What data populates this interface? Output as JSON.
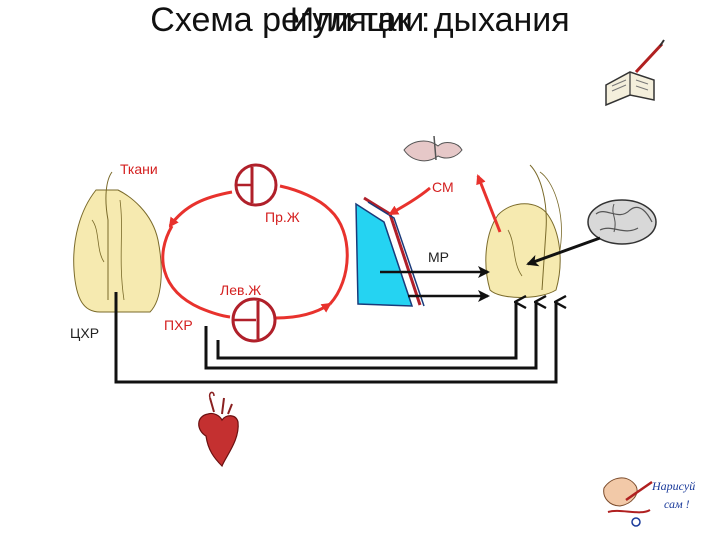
{
  "title": {
    "line1": "Или так :",
    "line2": "Схема регуляции дыхания"
  },
  "diagram": {
    "labels": {
      "tissues": "Ткани",
      "right_ventricle": "Пр.Ж",
      "left_ventricle": "Лев.Ж",
      "cm": "СМ",
      "mr": "МР",
      "central_chemoreceptors": "ЦХР",
      "peripheral_chemoreceptors": "ПХР"
    }
  },
  "badge": {
    "line1": "Нарисуй",
    "line2": "сам !"
  },
  "colors": {
    "red": "#e8322d",
    "dark_red": "#b0202a",
    "brain_yellow": "#f6eab0",
    "lung_blue": "#25d3f2",
    "black": "#111111"
  },
  "icons": [
    "book-pen-icon",
    "lungs-icon",
    "brain-icon",
    "heart-icon",
    "draw-hand-icon"
  ]
}
